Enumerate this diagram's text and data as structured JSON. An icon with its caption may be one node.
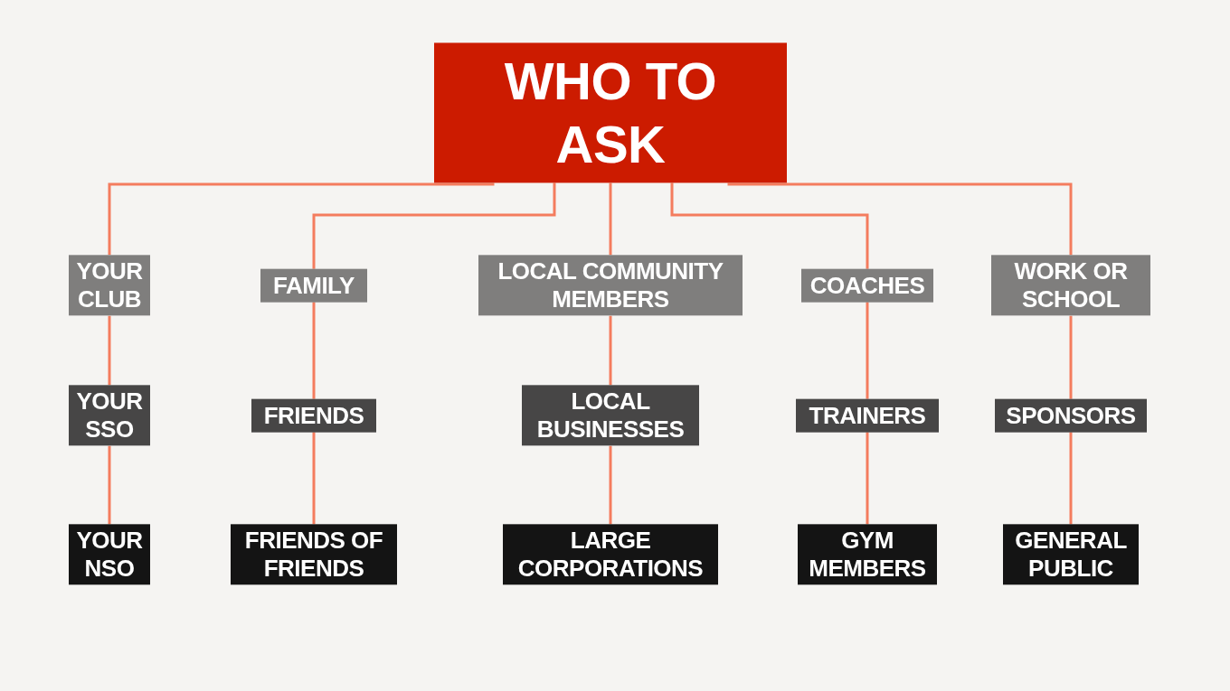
{
  "diagram": {
    "nodes": [
      {
        "text": [
          "WHO TO ASK"
        ]
      },
      {
        "text": [
          "YOUR CLUB"
        ]
      },
      {
        "text": [
          "FAMILY"
        ]
      },
      {
        "text": [
          "LOCAL COMMUNITY MEMBERS"
        ]
      },
      {
        "text": [
          "COACHES"
        ]
      },
      {
        "text": [
          "WORK OR SCHOOL"
        ]
      },
      {
        "text": [
          "YOUR SSO"
        ]
      },
      {
        "text": [
          "FRIENDS"
        ]
      },
      {
        "text": [
          "LOCAL BUSINESSES"
        ]
      },
      {
        "text": [
          "TRAINERS"
        ]
      },
      {
        "text": [
          "SPONSORS"
        ]
      },
      {
        "text": [
          "YOUR NSO"
        ]
      },
      {
        "text": [
          "FRIENDS OF FRIENDS"
        ]
      },
      {
        "text": [
          "LARGE CORPORATIONS"
        ]
      },
      {
        "text": [
          "GYM MEMBERS"
        ]
      },
      {
        "text": [
          "GENERAL PUBLIC"
        ]
      }
    ],
    "edges": [
      {
        "from": 0,
        "to": 1,
        "arrow": "none"
      },
      {
        "from": 0,
        "to": 2,
        "arrow": "none"
      },
      {
        "from": 0,
        "to": 3,
        "arrow": "none"
      },
      {
        "from": 0,
        "to": 4,
        "arrow": "none"
      },
      {
        "from": 0,
        "to": 5,
        "arrow": "none"
      },
      {
        "from": 1,
        "to": 6,
        "arrow": "none"
      },
      {
        "from": 2,
        "to": 7,
        "arrow": "none"
      },
      {
        "from": 3,
        "to": 8,
        "arrow": "none"
      },
      {
        "from": 4,
        "to": 9,
        "arrow": "none"
      },
      {
        "from": 5,
        "to": 10,
        "arrow": "none"
      },
      {
        "from": 6,
        "to": 11,
        "arrow": "none"
      },
      {
        "from": 7,
        "to": 12,
        "arrow": "none"
      },
      {
        "from": 8,
        "to": 13,
        "arrow": "none"
      },
      {
        "from": 9,
        "to": 14,
        "arrow": "none"
      },
      {
        "from": 10,
        "to": 15,
        "arrow": "none"
      }
    ]
  }
}
